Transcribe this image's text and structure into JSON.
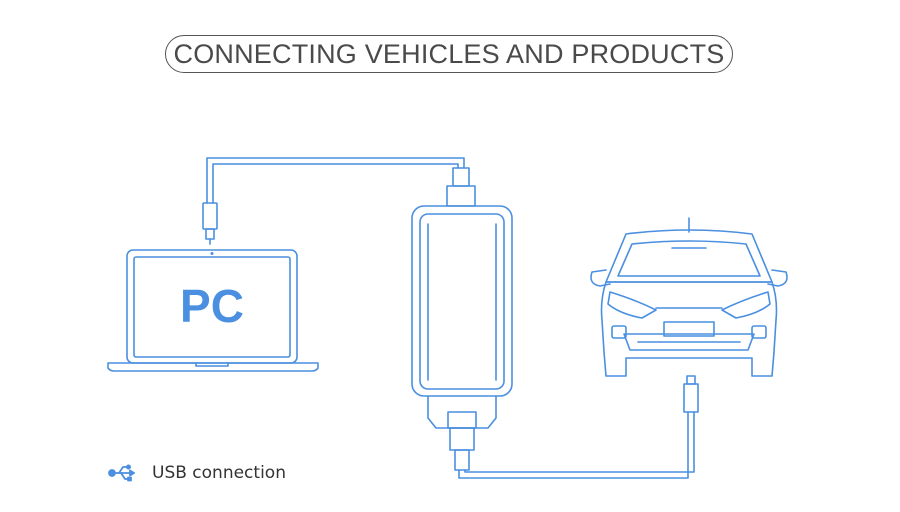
{
  "title": "CONNECTING VEHICLES AND PRODUCTS",
  "laptop": {
    "screen_label": "PC"
  },
  "legend": {
    "label": "USB connection",
    "icon": "usb-icon"
  },
  "colors": {
    "line": "#4a8fe0",
    "title_border": "#555555",
    "title_text": "#4a4a4a"
  }
}
